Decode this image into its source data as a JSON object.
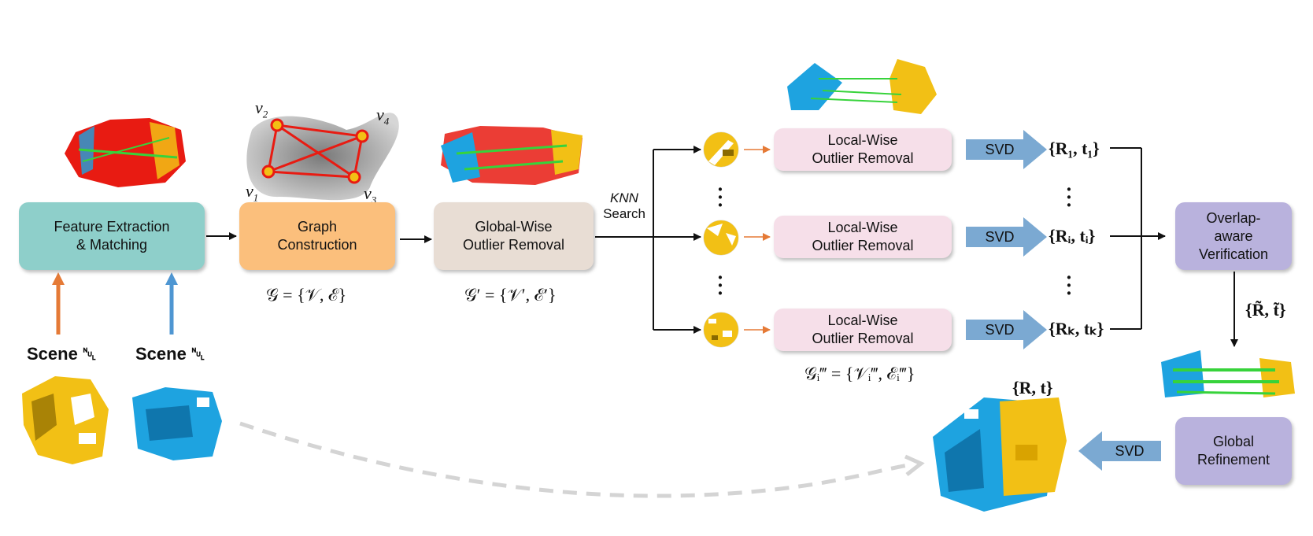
{
  "boxes": {
    "feature": "Feature Extraction\n&  Matching",
    "graph": "Graph\nConstruction",
    "global_wise": "Global-Wise\nOutlier Removal",
    "local_wise_1": "Local-Wise\nOutlier Removal",
    "local_wise_i": "Local-Wise\nOutlier Removal",
    "local_wise_k": "Local-Wise\nOutlier Removal",
    "overlap": "Overlap-\naware\nVerification",
    "refinement": "Global\nRefinement"
  },
  "svd_labels": [
    "SVD",
    "SVD",
    "SVD",
    "SVD"
  ],
  "knn": {
    "italic": "KNN",
    "text": "Search"
  },
  "scenes": {
    "source": "Scene ␀",
    "target": "Scene ␀"
  },
  "graph_nodes": {
    "v1": "v",
    "v1_sub": "1",
    "v2": "v",
    "v2_sub": "2",
    "v3": "v",
    "v3_sub": "3",
    "v4": "v",
    "v4_sub": "4"
  },
  "math": {
    "g_full": "𝒢 = {𝒱, ℰ}",
    "g_prime": "𝒢′ = {𝒱′, ℰ′}",
    "g_local": "𝒢ᵢ‴ = {𝒱ᵢ‴, ℰᵢ‴}",
    "rt_1": "{R₁, t₁}",
    "rt_i": "{Rᵢ, tᵢ}",
    "rt_k": "{Rₖ, tₖ}",
    "rt_tilde": "{R̃, t̃}",
    "rt_final": "{R, t}"
  },
  "colors": {
    "feature": "#8ecfca",
    "graph": "#fbbf7c",
    "global_wise": "#e8ddd4",
    "local_wise": "#f6dfe9",
    "overlap": "#b9b2dd",
    "svd": "#7ba9d2",
    "source_arrow": "#e57a36",
    "target_arrow": "#4e96d2",
    "scene_yellow": "#f2c015",
    "scene_blue": "#1ea3e0",
    "match_red": "#e81b12",
    "match_green": "#37d33b",
    "graph_blob": "#a8a8a8",
    "dashed": "#d4d4d4"
  }
}
